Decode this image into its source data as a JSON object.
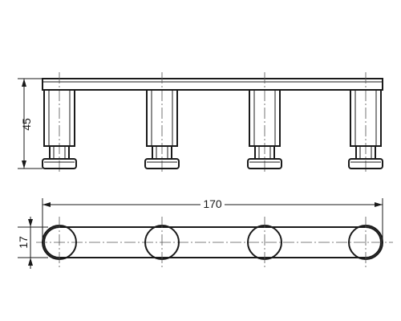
{
  "drawing": {
    "dimension_height": "45",
    "dimension_length": "170",
    "dimension_depth": "17",
    "hook_count": 4,
    "line_color": "#1a1a1a",
    "centerline_color": "#555555"
  }
}
